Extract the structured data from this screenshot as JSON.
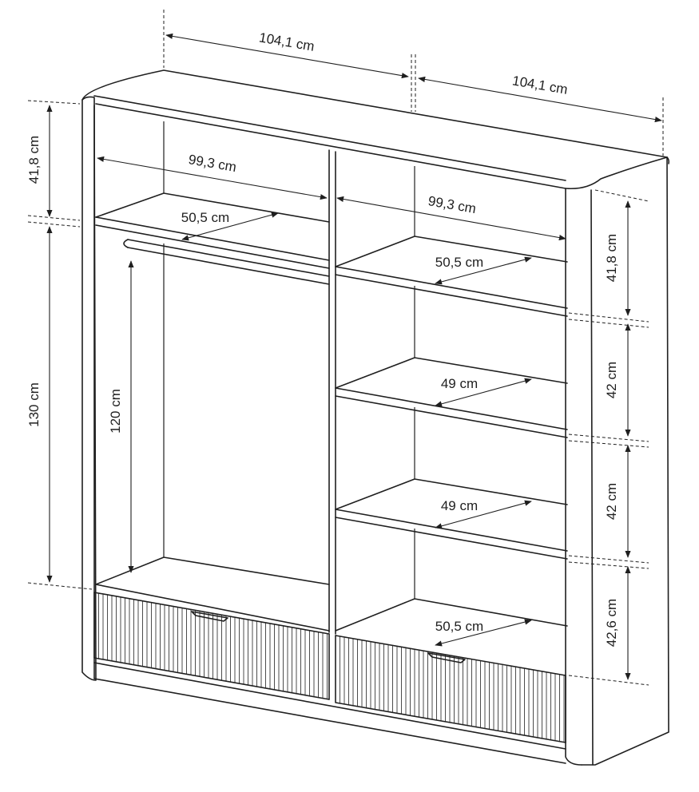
{
  "diagram": {
    "labels": {
      "width_left": "104,1 cm",
      "width_right": "104,1 cm",
      "inner_width_left": "99,3 cm",
      "inner_width_right": "99,3 cm",
      "depth_left_top": "50,5 cm",
      "depth_right_top": "50,5 cm",
      "depth_right_mid1": "49 cm",
      "depth_right_mid2": "49 cm",
      "depth_right_bottom": "50,5 cm",
      "height_left_top": "41,8 cm",
      "height_left_main": "130 cm",
      "height_rail": "120 cm",
      "height_right_1": "41,8 cm",
      "height_right_2": "42 cm",
      "height_right_3": "42 cm",
      "height_right_4": "42,6 cm"
    }
  }
}
